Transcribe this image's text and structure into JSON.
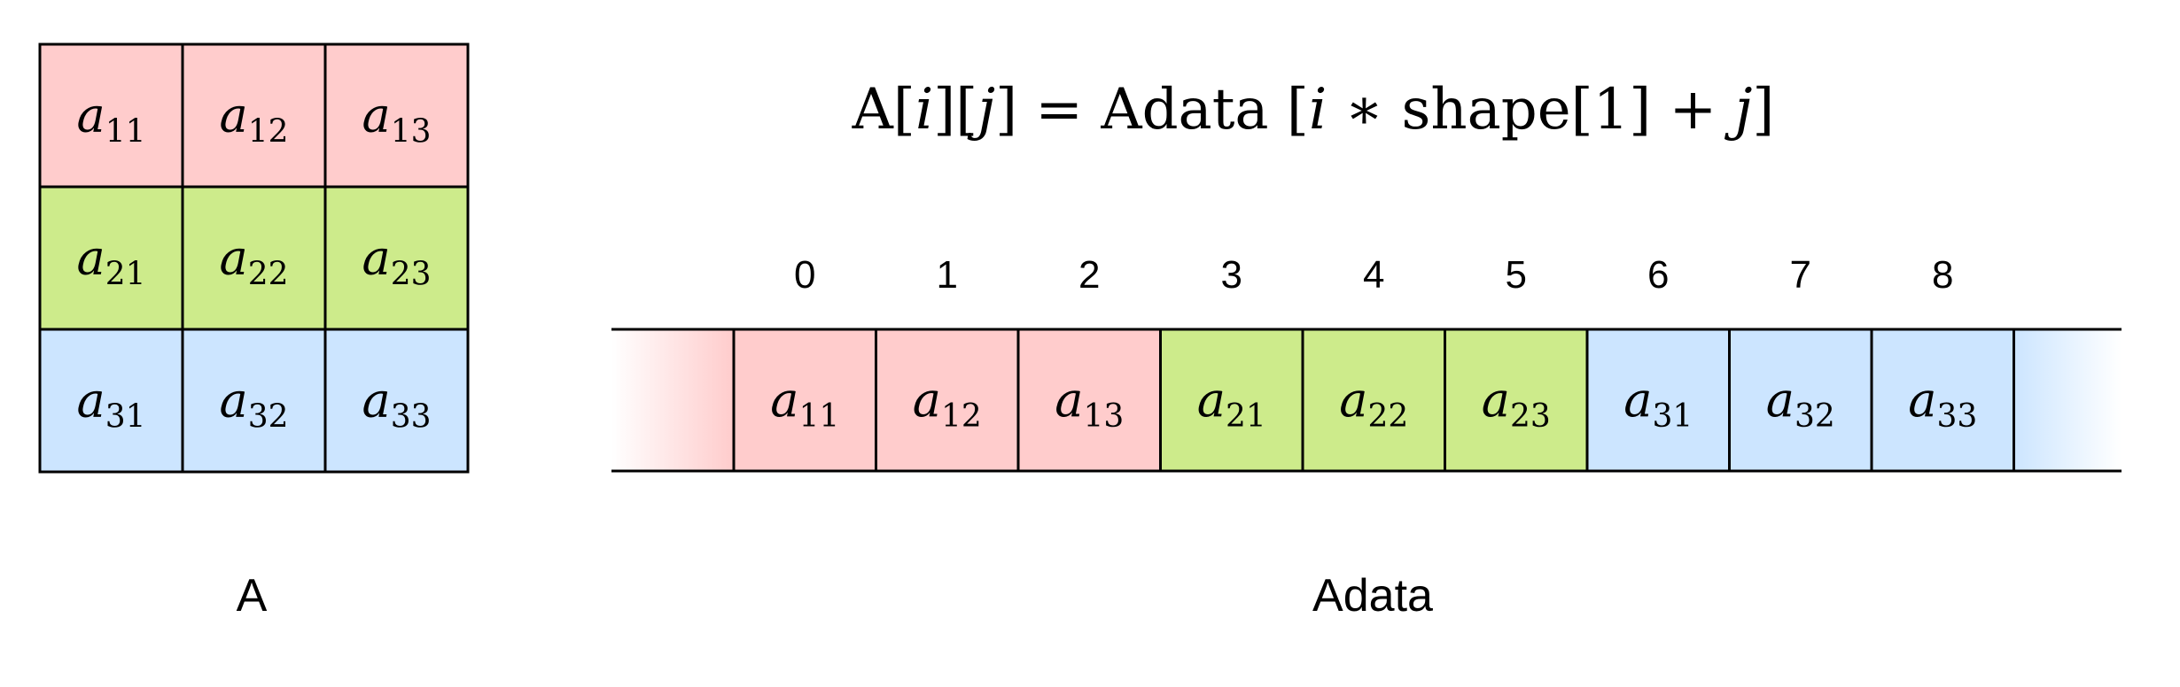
{
  "colors": {
    "row1": "#ffcccc",
    "row2": "#cdeb8b",
    "row3": "#cce5ff",
    "stroke": "#000000",
    "rail": "#000000"
  },
  "matrix": {
    "label": "A",
    "rows": [
      {
        "color": "row1",
        "cells": [
          {
            "base": "a",
            "sub": "11"
          },
          {
            "base": "a",
            "sub": "12"
          },
          {
            "base": "a",
            "sub": "13"
          }
        ]
      },
      {
        "color": "row2",
        "cells": [
          {
            "base": "a",
            "sub": "21"
          },
          {
            "base": "a",
            "sub": "22"
          },
          {
            "base": "a",
            "sub": "23"
          }
        ]
      },
      {
        "color": "row3",
        "cells": [
          {
            "base": "a",
            "sub": "31"
          },
          {
            "base": "a",
            "sub": "32"
          },
          {
            "base": "a",
            "sub": "33"
          }
        ]
      }
    ]
  },
  "formula": {
    "lhs_name": "A",
    "i": "i",
    "j": "j",
    "eq": "=",
    "rhs_name": "Adata",
    "mul": "∗",
    "shape": "shape",
    "one": "1",
    "plus": "+"
  },
  "array": {
    "label": "Adata",
    "indices": [
      "0",
      "1",
      "2",
      "3",
      "4",
      "5",
      "6",
      "7",
      "8"
    ],
    "cells": [
      {
        "base": "a",
        "sub": "11",
        "color": "row1"
      },
      {
        "base": "a",
        "sub": "12",
        "color": "row1"
      },
      {
        "base": "a",
        "sub": "13",
        "color": "row1"
      },
      {
        "base": "a",
        "sub": "21",
        "color": "row2"
      },
      {
        "base": "a",
        "sub": "22",
        "color": "row2"
      },
      {
        "base": "a",
        "sub": "23",
        "color": "row2"
      },
      {
        "base": "a",
        "sub": "31",
        "color": "row3"
      },
      {
        "base": "a",
        "sub": "32",
        "color": "row3"
      },
      {
        "base": "a",
        "sub": "33",
        "color": "row3"
      }
    ]
  }
}
